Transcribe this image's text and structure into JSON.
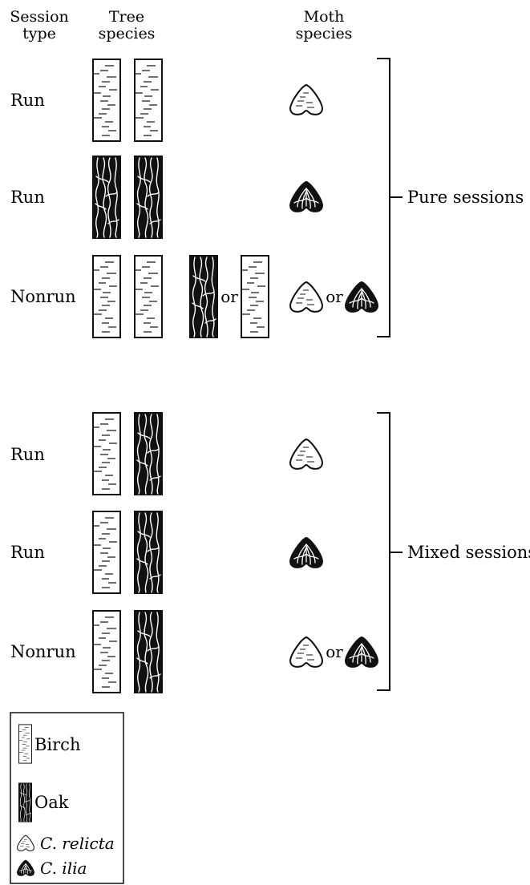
{
  "headers": {
    "session_type": [
      "Session",
      "type"
    ],
    "tree_species": [
      "Tree",
      "species"
    ],
    "moth_species": [
      "Moth",
      "species"
    ]
  },
  "rows": [
    {
      "session_type": "Run",
      "trees": [
        "birch",
        "birch"
      ],
      "alt_trees": [],
      "moths": [
        "relicta"
      ]
    },
    {
      "session_type": "Run",
      "trees": [
        "oak",
        "oak"
      ],
      "alt_trees": [],
      "moths": [
        "ilia"
      ]
    },
    {
      "session_type": "Nonrun",
      "trees": [
        "birch",
        "birch"
      ],
      "alt_trees": [
        "oak",
        "birch"
      ],
      "moths": [
        "relicta",
        "ilia"
      ]
    },
    {
      "session_type": "Run",
      "trees": [
        "birch",
        "oak"
      ],
      "alt_trees": [],
      "moths": [
        "relicta"
      ]
    },
    {
      "session_type": "Run",
      "trees": [
        "birch",
        "oak"
      ],
      "alt_trees": [],
      "moths": [
        "ilia"
      ]
    },
    {
      "session_type": "Nonrun",
      "trees": [
        "birch",
        "oak"
      ],
      "alt_trees": [],
      "moths": [
        "relicta",
        "ilia"
      ]
    }
  ],
  "or_label": "or",
  "groups": [
    {
      "label": "Pure sessions",
      "rows": [
        0,
        1,
        2
      ]
    },
    {
      "label": "Mixed sessions",
      "rows": [
        3,
        4,
        5
      ]
    }
  ],
  "legend": {
    "items": [
      {
        "icon": "birch-bark-icon",
        "label": "Birch",
        "italic": false
      },
      {
        "icon": "oak-bark-icon",
        "label": "Oak",
        "italic": false
      },
      {
        "icon": "light-moth-icon",
        "label": "C. relicta",
        "italic": true
      },
      {
        "icon": "dark-moth-icon",
        "label": "C. ilia",
        "italic": true
      }
    ]
  },
  "colors": {
    "ink": "#111111",
    "paper": "#ffffff"
  }
}
